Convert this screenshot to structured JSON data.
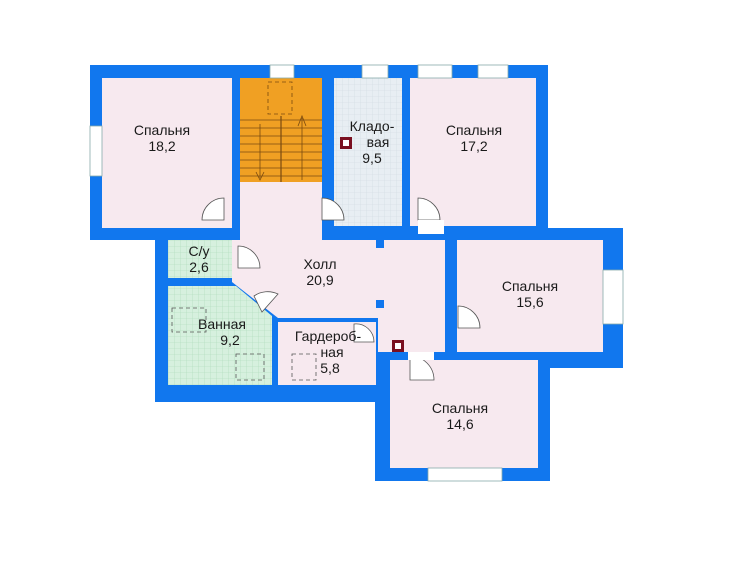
{
  "colors": {
    "wall": "#1177ee",
    "room_pink": "#f7e9ef",
    "tile_green": "#d6f0de",
    "stairs": "#f0a023",
    "storage": "#e8eef3",
    "window": "#ffffff"
  },
  "rooms": [
    {
      "id": "bedroom-1",
      "name": "Спальня",
      "area": "18,2"
    },
    {
      "id": "storage",
      "name": "Кладо-",
      "name2": "вая",
      "area": "9,5"
    },
    {
      "id": "bedroom-2",
      "name": "Спальня",
      "area": "17,2"
    },
    {
      "id": "wc",
      "name": "С/у",
      "area": "2,6"
    },
    {
      "id": "hall",
      "name": "Холл",
      "area": "20,9"
    },
    {
      "id": "bedroom-3",
      "name": "Спальня",
      "area": "15,6"
    },
    {
      "id": "bathroom",
      "name": "Ванная",
      "area": "9,2"
    },
    {
      "id": "wardrobe",
      "name": "Гардероб-",
      "name2": "ная",
      "area": "5,8"
    },
    {
      "id": "bedroom-4",
      "name": "Спальня",
      "area": "14,6"
    }
  ]
}
